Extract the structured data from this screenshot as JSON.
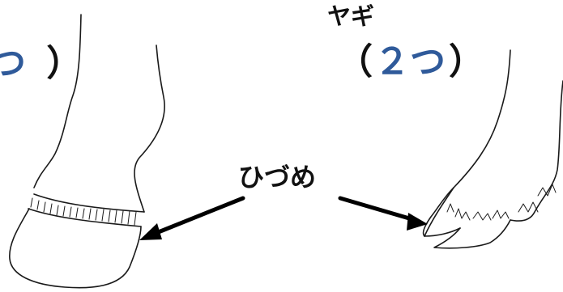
{
  "left_animal": {
    "count_open": "",
    "count_value": "つ",
    "count_close": "）"
  },
  "goat": {
    "title": "ヤギ",
    "count_open": "（",
    "count_value": "２つ",
    "count_close": "）"
  },
  "hoof_label": "ひづめ",
  "colors": {
    "count_value": "#2f5a9a",
    "ink": "#111111",
    "line": "#1a1a1a"
  }
}
